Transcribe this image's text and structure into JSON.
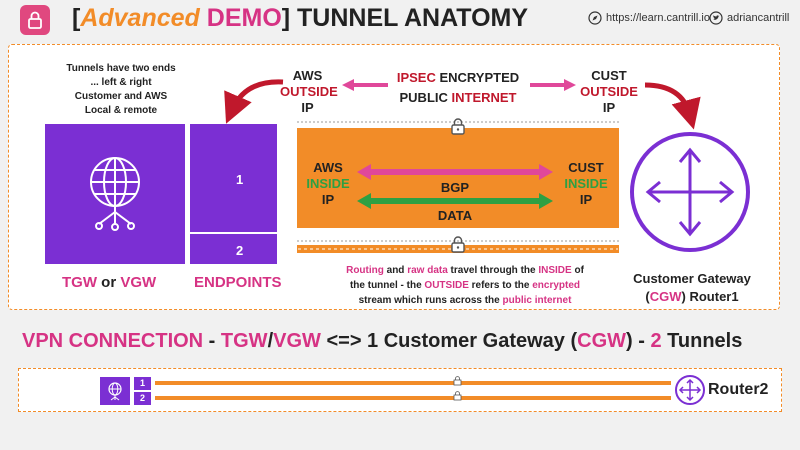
{
  "header": {
    "title_prefix": "[",
    "title_adv": "Advanced",
    "title_demo": "DEMO",
    "title_suffix": "] TUNNEL ANATOMY",
    "site_link": "https://learn.cantrill.io",
    "twitter_handle": "adriancantrill",
    "icons": [
      "lock-icon",
      "compass-icon",
      "twitter-icon"
    ]
  },
  "notes": [
    "Tunnels have two ends",
    "... left & right",
    "Customer and AWS",
    "Local & remote"
  ],
  "aws_outside": {
    "line1": "AWS",
    "line2": "OUTSIDE",
    "line3": "IP"
  },
  "cust_outside": {
    "line1": "CUST",
    "line2": "OUTSIDE",
    "line3": "IP"
  },
  "ipsec": {
    "line1_red": "IPSEC",
    "line1_rest": " ENCRYPTED",
    "line2_dark": "PUBLIC ",
    "line2_red": "INTERNET"
  },
  "aws_inside": {
    "line1": "AWS",
    "line2": "INSIDE",
    "line3": "IP"
  },
  "cust_inside": {
    "line1": "CUST",
    "line2": "INSIDE",
    "line3": "IP"
  },
  "bgp_label": "BGP",
  "data_label": "DATA",
  "endpoints": {
    "one": "1",
    "two": "2",
    "label": "ENDPOINTS"
  },
  "tgw_label": {
    "tgw": "TGW",
    "or": " or ",
    "vgw": "VGW"
  },
  "routing_note": {
    "l1a": "Routing",
    "l1b": " and ",
    "l1c": "raw data",
    "l1d": " travel through the ",
    "l1e": "INSIDE",
    "l1f": " of",
    "l2a": "the tunnel - the ",
    "l2b": "OUTSIDE",
    "l2c": " refers to the ",
    "l2d": "encrypted",
    "l3a": "stream which runs across the ",
    "l3b": "public internet"
  },
  "cgw_label": {
    "line1": "Customer Gateway",
    "line2a": "(",
    "line2b": "CGW",
    "line2c": ") Router1"
  },
  "vpn_line": {
    "a": "VPN CONNECTION",
    "b": " - ",
    "c": "TGW",
    "d": "/",
    "e": "VGW",
    "f": " <=> 1 Customer Gateway (",
    "g": "CGW",
    "h": ") - ",
    "i": "2",
    "j": " Tunnels"
  },
  "bottom": {
    "ep1": "1",
    "ep2": "2",
    "router2": "Router2"
  },
  "colors": {
    "purple": "#7b2fd3",
    "orange": "#f28c28",
    "pink": "#d63384",
    "red": "#c0182c",
    "green": "#2ea043"
  }
}
